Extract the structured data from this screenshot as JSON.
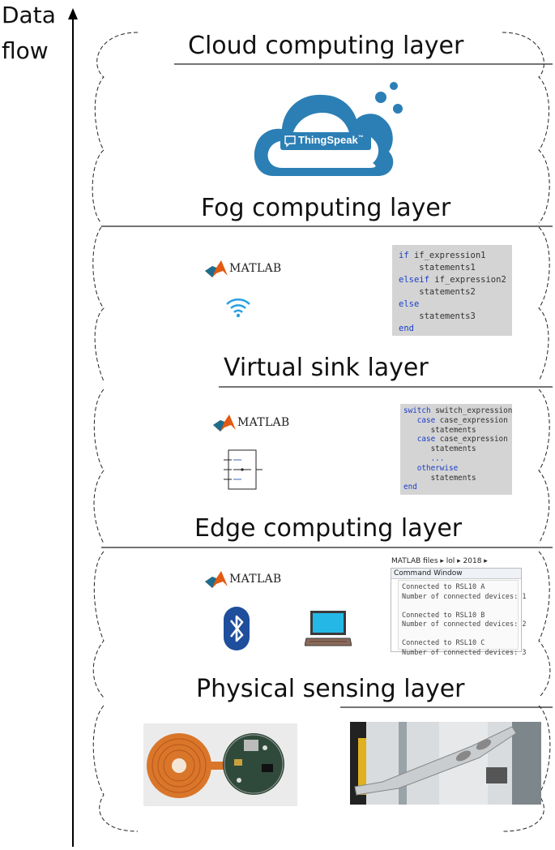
{
  "axis": {
    "label_line1": "Data",
    "label_line2": "flow"
  },
  "layers": [
    {
      "title": "Cloud computing layer"
    },
    {
      "title": "Fog computing layer"
    },
    {
      "title": "Virtual sink layer"
    },
    {
      "title": "Edge computing layer"
    },
    {
      "title": "Physical sensing layer"
    }
  ],
  "cloud": {
    "brand": "ThingSpeak",
    "tm": "™",
    "color": "#2b7fb5"
  },
  "matlab_label": "MATLAB",
  "fog_code": [
    [
      {
        "t": "if ",
        "k": true
      },
      {
        "t": "if_expression1",
        "k": false
      }
    ],
    [
      {
        "t": "    statements1",
        "k": false
      }
    ],
    [
      {
        "t": "elseif ",
        "k": true
      },
      {
        "t": "if_expression2",
        "k": false
      }
    ],
    [
      {
        "t": "    statements2",
        "k": false
      }
    ],
    [
      {
        "t": "else",
        "k": true
      }
    ],
    [
      {
        "t": "    statements3",
        "k": false
      }
    ],
    [
      {
        "t": "end",
        "k": true
      }
    ]
  ],
  "sink_code": [
    [
      {
        "t": "switch ",
        "k": true
      },
      {
        "t": "switch_expression",
        "k": false
      }
    ],
    [
      {
        "t": "   case ",
        "k": true
      },
      {
        "t": "case_expression",
        "k": false
      }
    ],
    [
      {
        "t": "      statements",
        "k": false
      }
    ],
    [
      {
        "t": "   case ",
        "k": true
      },
      {
        "t": "case_expression",
        "k": false
      }
    ],
    [
      {
        "t": "      statements",
        "k": false
      }
    ],
    [
      {
        "t": "      ...",
        "k": true
      }
    ],
    [
      {
        "t": "   otherwise",
        "k": true
      }
    ],
    [
      {
        "t": "      statements",
        "k": false
      }
    ],
    [
      {
        "t": "end",
        "k": true
      }
    ]
  ],
  "edge_window": {
    "breadcrumb": "MATLAB files ▸ lol ▸ 2018 ▸",
    "title": "Command Window",
    "lines": [
      "Connected to RSL10 A",
      "Number of connected devices: 1",
      "",
      "Connected to RSL10 B",
      "Number of connected devices: 2",
      "",
      "Connected to RSL10 C",
      "Number of connected devices: 3"
    ]
  },
  "colors": {
    "wifi": "#2a9fe0",
    "bluetooth": "#1e4e9c",
    "matlab_orange": "#e25a12",
    "code_bg": "#d4d4d4"
  }
}
